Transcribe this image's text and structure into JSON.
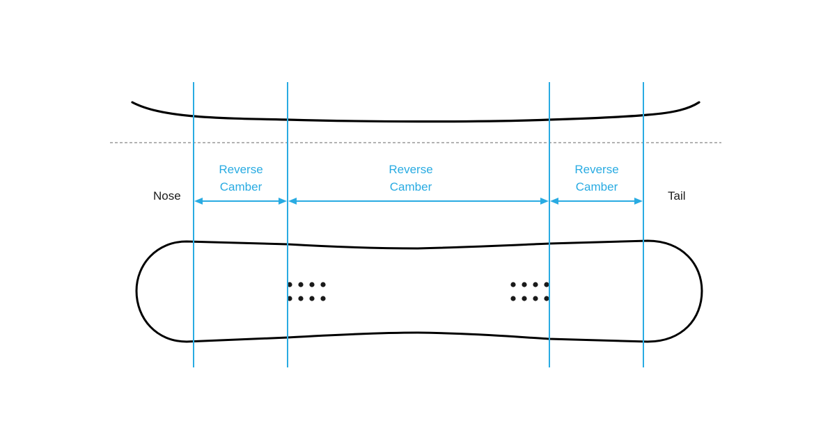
{
  "colors": {
    "guide_blue": "#29abe2",
    "board_outline": "#000000",
    "dashed_baseline": "#999999",
    "text_black": "#1a1a1a"
  },
  "labels": {
    "nose": "Nose",
    "tail": "Tail"
  },
  "zones": [
    {
      "line1": "Reverse",
      "line2": "Camber"
    },
    {
      "line1": "Reverse",
      "line2": "Camber"
    },
    {
      "line1": "Reverse",
      "line2": "Camber"
    }
  ],
  "insert_pattern": {
    "rows": 2,
    "cols": 4
  }
}
